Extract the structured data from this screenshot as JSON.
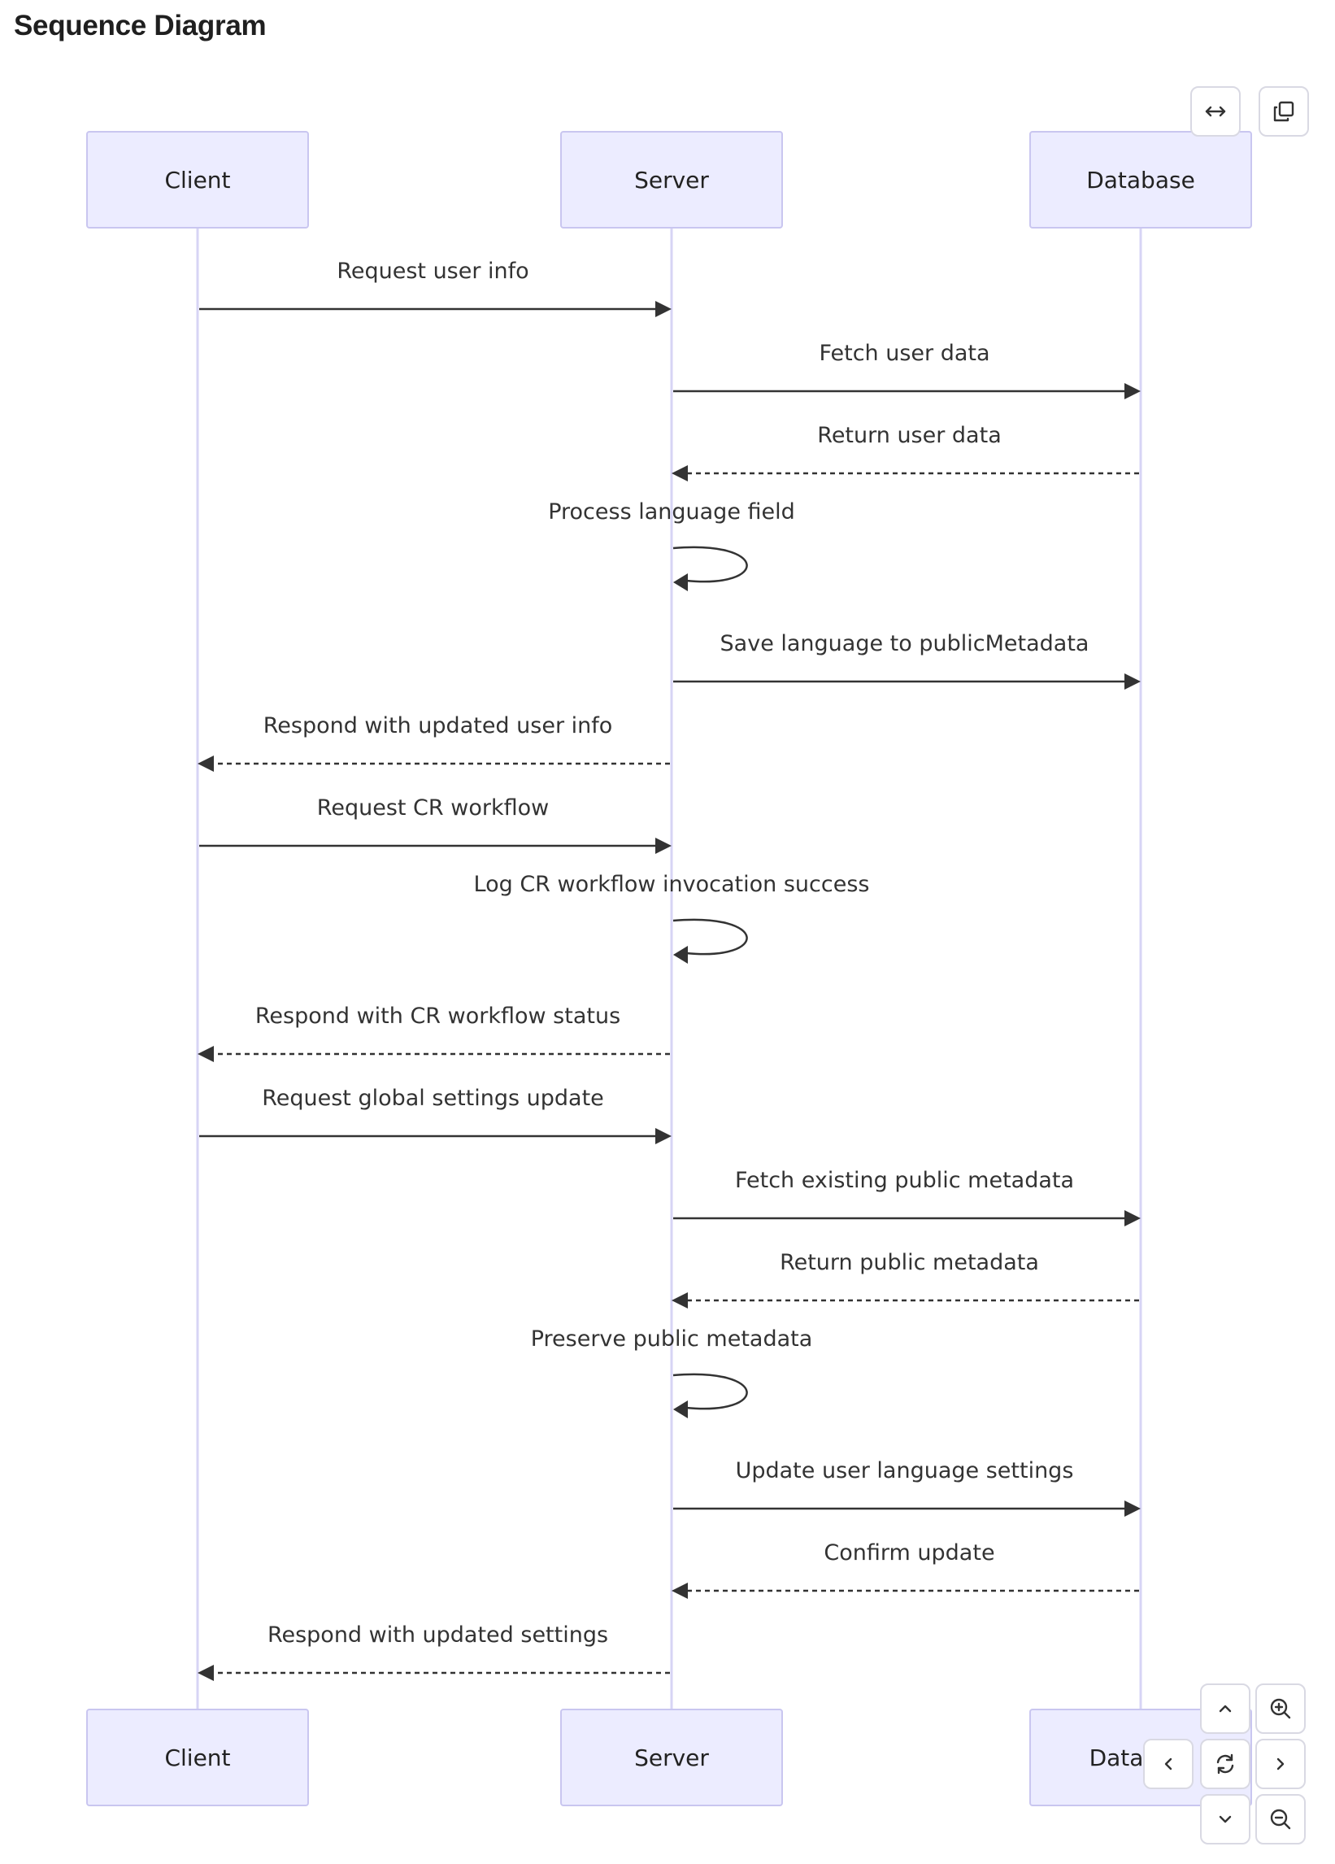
{
  "title": "Sequence Diagram",
  "participants": [
    {
      "id": "client",
      "label": "Client"
    },
    {
      "id": "server",
      "label": "Server"
    },
    {
      "id": "database",
      "label": "Database"
    }
  ],
  "footer_database_label": "Data",
  "messages": [
    {
      "from": "client",
      "to": "server",
      "label": "Request user info",
      "style": "solid"
    },
    {
      "from": "server",
      "to": "database",
      "label": "Fetch user data",
      "style": "solid"
    },
    {
      "from": "database",
      "to": "server",
      "label": "Return user data",
      "style": "dashed"
    },
    {
      "from": "server",
      "to": "server",
      "label": "Process language field",
      "style": "self"
    },
    {
      "from": "server",
      "to": "database",
      "label": "Save language to publicMetadata",
      "style": "solid"
    },
    {
      "from": "server",
      "to": "client",
      "label": "Respond with updated user info",
      "style": "dashed"
    },
    {
      "from": "client",
      "to": "server",
      "label": "Request CR workflow",
      "style": "solid"
    },
    {
      "from": "server",
      "to": "server",
      "label": "Log CR workflow invocation success",
      "style": "self"
    },
    {
      "from": "server",
      "to": "client",
      "label": "Respond with CR workflow status",
      "style": "dashed"
    },
    {
      "from": "client",
      "to": "server",
      "label": "Request global settings update",
      "style": "solid"
    },
    {
      "from": "server",
      "to": "database",
      "label": "Fetch existing public metadata",
      "style": "solid"
    },
    {
      "from": "database",
      "to": "server",
      "label": "Return public metadata",
      "style": "dashed"
    },
    {
      "from": "server",
      "to": "server",
      "label": "Preserve public metadata",
      "style": "self"
    },
    {
      "from": "server",
      "to": "database",
      "label": "Update user language settings",
      "style": "solid"
    },
    {
      "from": "database",
      "to": "server",
      "label": "Confirm update",
      "style": "dashed"
    },
    {
      "from": "server",
      "to": "client",
      "label": "Respond with updated settings",
      "style": "dashed"
    }
  ],
  "controls": {
    "expand": "expand-icon",
    "copy": "copy-icon",
    "pan_up": "chevron-up-icon",
    "zoom_in": "zoom-in-icon",
    "pan_left": "chevron-left-icon",
    "reset": "reset-icon",
    "pan_right": "chevron-right-icon",
    "pan_down": "chevron-down-icon",
    "zoom_out": "zoom-out-icon"
  }
}
